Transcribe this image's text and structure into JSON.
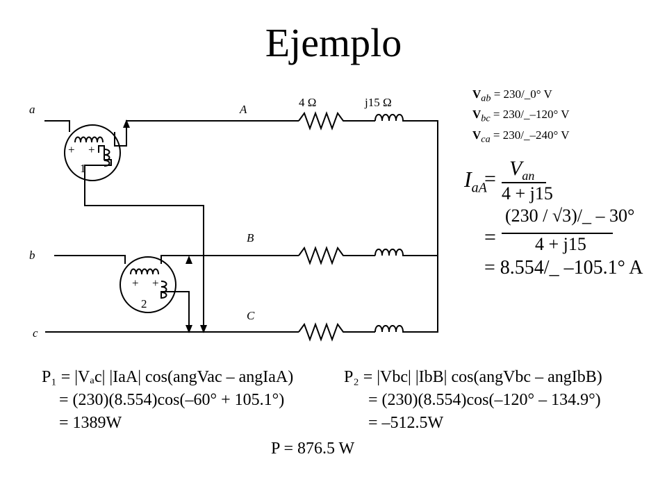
{
  "title": "Ejemplo",
  "circuit": {
    "source_labels": {
      "a": "a",
      "b": "b",
      "c": "c"
    },
    "load_labels": {
      "A": "A",
      "B": "B",
      "C": "C"
    },
    "resistance_label": "4 Ω",
    "reactance_label": "j15 Ω",
    "meter1": {
      "plus1": "+",
      "plus2": "+",
      "number": "1"
    },
    "meter2": {
      "plus1": "+",
      "plus2": "+",
      "number": "2"
    }
  },
  "voltages": [
    {
      "sym": "V",
      "sub": "ab",
      "value": " = 230/_0° V"
    },
    {
      "sym": "V",
      "sub": "bc",
      "value": " = 230/_–120° V"
    },
    {
      "sym": "V",
      "sub": "ca",
      "value": " = 230/_–240° V"
    }
  ],
  "current_eq": {
    "lhs_symbol": "I",
    "lhs_sub": "aA",
    "eq_sign": "=",
    "num1_symbol": "V",
    "num1_sub": "an",
    "den": "4 + j15",
    "num2": "(230 / √3)/_ – 30°",
    "result": "= 8.554/_ –105.1° A"
  },
  "power": {
    "p1_line1": "P₁ = |Vₐc| |IaA| cos(angVac – angIaA)",
    "p1_line2": "= (230)(8.554)cos(–60° + 105.1°)",
    "p1_line3": "= 1389W",
    "p2_line1": "P₂ = |Vbc| |IbB| cos(angVbc – angIbB)",
    "p2_line2": "= (230)(8.554)cos(–120° – 134.9°)",
    "p2_line3": "= –512.5W",
    "total": "P = 876.5 W"
  }
}
